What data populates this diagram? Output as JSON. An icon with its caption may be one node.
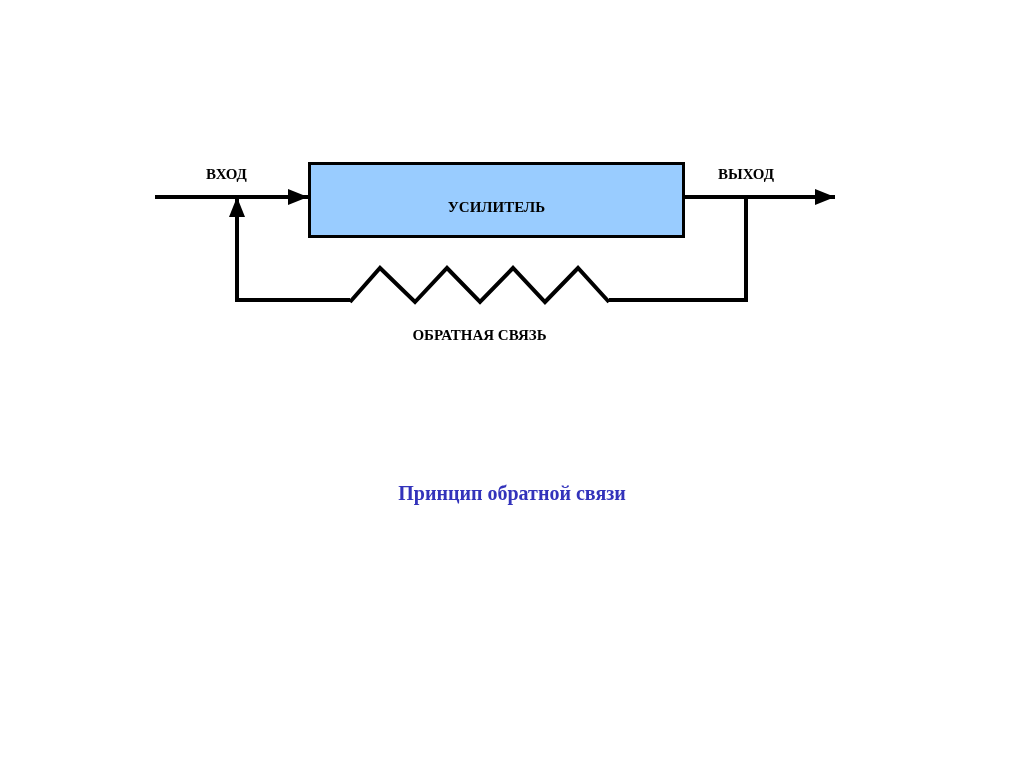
{
  "diagram": {
    "caption": "Принцип обратной связи",
    "nodes": [
      {
        "text": [
          "УСИЛИТЕЛЬ"
        ]
      },
      {
        "text": [
          "ОБРАТНАЯ СВЯЗЬ"
        ]
      }
    ],
    "edges": [
      {
        "from": null,
        "to": 0,
        "arrow": "to",
        "label": "ВХОД"
      },
      {
        "from": 0,
        "to": null,
        "arrow": "to",
        "label": "ВЫХОД"
      },
      {
        "from": 0,
        "to": 1,
        "arrow": "none"
      },
      {
        "from": 1,
        "to": null,
        "arrow": "to"
      }
    ]
  }
}
